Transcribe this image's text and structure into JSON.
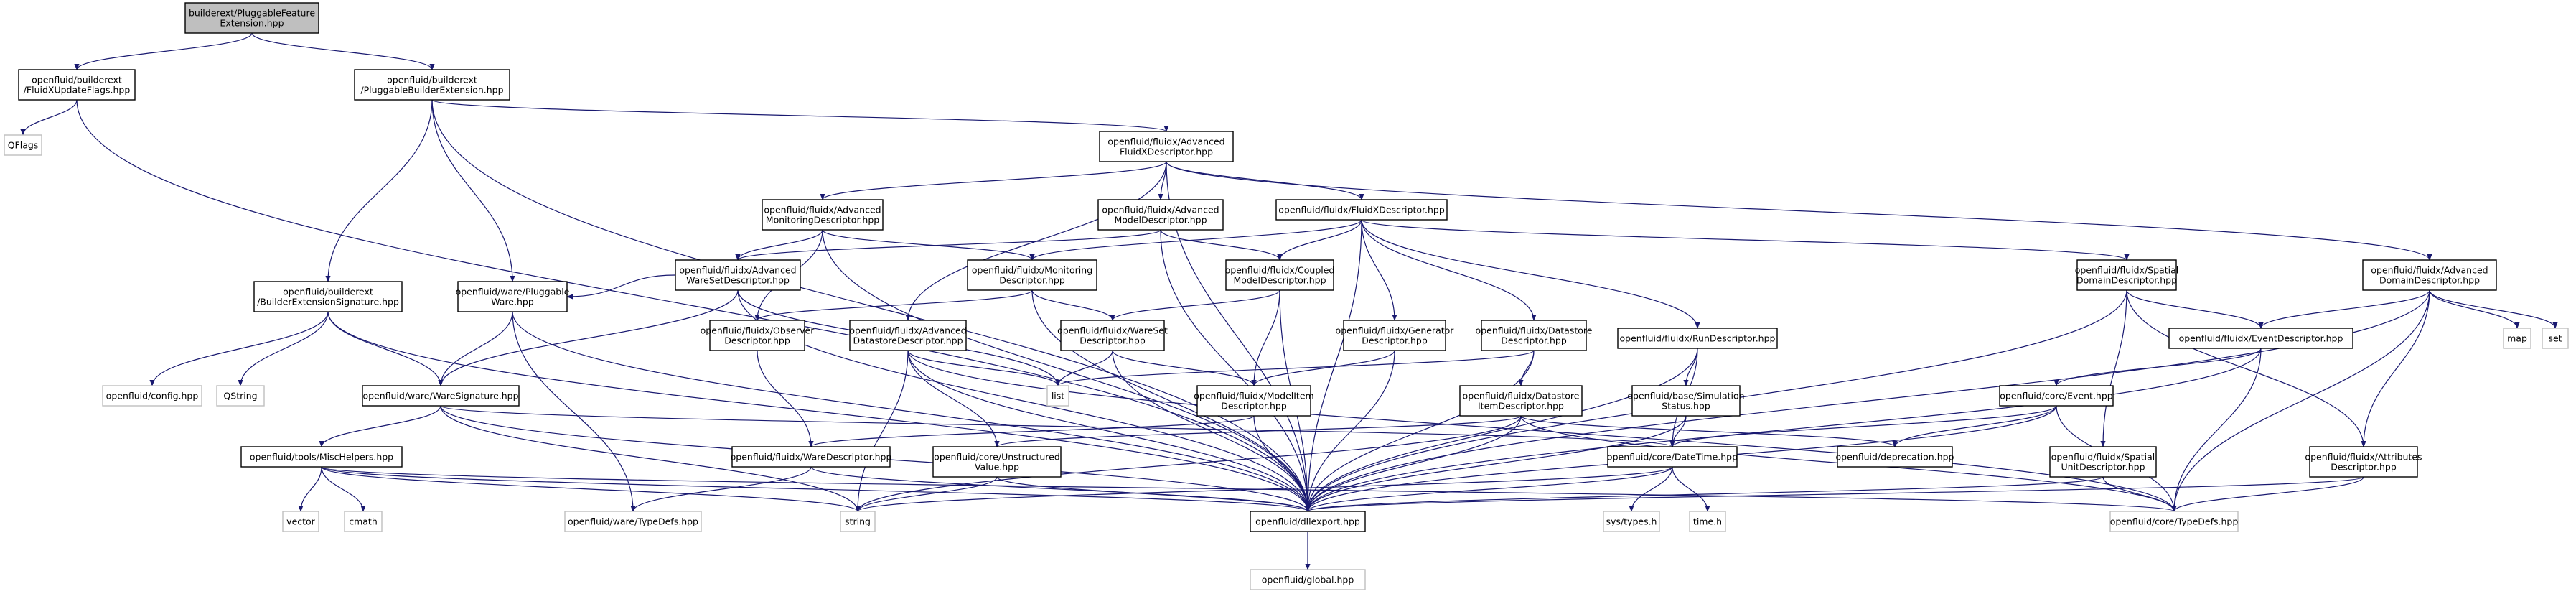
{
  "graph": {
    "nodes": [
      {
        "id": "root",
        "lines": [
          "builderext/PluggableFeature",
          "Extension.hpp"
        ],
        "kind": "root"
      },
      {
        "id": "fxupd",
        "lines": [
          "openfluid/builderext",
          "/FluidXUpdateFlags.hpp"
        ],
        "kind": "int"
      },
      {
        "id": "pbe",
        "lines": [
          "openfluid/builderext",
          "/PluggableBuilderExtension.hpp"
        ],
        "kind": "int"
      },
      {
        "id": "qflags",
        "lines": [
          "QFlags"
        ],
        "kind": "ext"
      },
      {
        "id": "afxd",
        "lines": [
          "openfluid/fluidx/Advanced",
          "FluidXDescriptor.hpp"
        ],
        "kind": "int"
      },
      {
        "id": "amon",
        "lines": [
          "openfluid/fluidx/Advanced",
          "MonitoringDescriptor.hpp"
        ],
        "kind": "int"
      },
      {
        "id": "amod",
        "lines": [
          "openfluid/fluidx/Advanced",
          "ModelDescriptor.hpp"
        ],
        "kind": "int"
      },
      {
        "id": "fxd",
        "lines": [
          "openfluid/fluidx/FluidXDescriptor.hpp"
        ],
        "kind": "int"
      },
      {
        "id": "adom",
        "lines": [
          "openfluid/fluidx/Advanced",
          "DomainDescriptor.hpp"
        ],
        "kind": "int"
      },
      {
        "id": "awsd",
        "lines": [
          "openfluid/fluidx/Advanced",
          "WareSetDescriptor.hpp"
        ],
        "kind": "int"
      },
      {
        "id": "mond",
        "lines": [
          "openfluid/fluidx/Monitoring",
          "Descriptor.hpp"
        ],
        "kind": "int"
      },
      {
        "id": "cmd",
        "lines": [
          "openfluid/fluidx/Coupled",
          "ModelDescriptor.hpp"
        ],
        "kind": "int"
      },
      {
        "id": "sdd",
        "lines": [
          "openfluid/fluidx/Spatial",
          "DomainDescriptor.hpp"
        ],
        "kind": "int"
      },
      {
        "id": "besig",
        "lines": [
          "openfluid/builderext",
          "/BuilderExtensionSignature.hpp"
        ],
        "kind": "int"
      },
      {
        "id": "plugw",
        "lines": [
          "openfluid/ware/Pluggable",
          "Ware.hpp"
        ],
        "kind": "int"
      },
      {
        "id": "obsd",
        "lines": [
          "openfluid/fluidx/Observer",
          "Descriptor.hpp"
        ],
        "kind": "int"
      },
      {
        "id": "adsd",
        "lines": [
          "openfluid/fluidx/Advanced",
          "DatastoreDescriptor.hpp"
        ],
        "kind": "int"
      },
      {
        "id": "wsd",
        "lines": [
          "openfluid/fluidx/WareSet",
          "Descriptor.hpp"
        ],
        "kind": "int"
      },
      {
        "id": "gend",
        "lines": [
          "openfluid/fluidx/Generator",
          "Descriptor.hpp"
        ],
        "kind": "int"
      },
      {
        "id": "dsd",
        "lines": [
          "openfluid/fluidx/Datastore",
          "Descriptor.hpp"
        ],
        "kind": "int"
      },
      {
        "id": "rund",
        "lines": [
          "openfluid/fluidx/RunDescriptor.hpp"
        ],
        "kind": "int"
      },
      {
        "id": "evd",
        "lines": [
          "openfluid/fluidx/EventDescriptor.hpp"
        ],
        "kind": "int"
      },
      {
        "id": "map",
        "lines": [
          "map"
        ],
        "kind": "ext"
      },
      {
        "id": "set",
        "lines": [
          "set"
        ],
        "kind": "ext"
      },
      {
        "id": "config",
        "lines": [
          "openfluid/config.hpp"
        ],
        "kind": "ext"
      },
      {
        "id": "qstring",
        "lines": [
          "QString"
        ],
        "kind": "ext"
      },
      {
        "id": "wsig",
        "lines": [
          "openfluid/ware/WareSignature.hpp"
        ],
        "kind": "int"
      },
      {
        "id": "list",
        "lines": [
          "list"
        ],
        "kind": "ext"
      },
      {
        "id": "mid",
        "lines": [
          "openfluid/fluidx/ModelItem",
          "Descriptor.hpp"
        ],
        "kind": "int"
      },
      {
        "id": "dsid",
        "lines": [
          "openfluid/fluidx/Datastore",
          "ItemDescriptor.hpp"
        ],
        "kind": "int"
      },
      {
        "id": "simst",
        "lines": [
          "openfluid/base/Simulation",
          "Status.hpp"
        ],
        "kind": "int"
      },
      {
        "id": "event",
        "lines": [
          "openfluid/core/Event.hpp"
        ],
        "kind": "int"
      },
      {
        "id": "misc",
        "lines": [
          "openfluid/tools/MiscHelpers.hpp"
        ],
        "kind": "int"
      },
      {
        "id": "wared",
        "lines": [
          "openfluid/fluidx/WareDescriptor.hpp"
        ],
        "kind": "int"
      },
      {
        "id": "uval",
        "lines": [
          "openfluid/core/Unstructured",
          "Value.hpp"
        ],
        "kind": "int"
      },
      {
        "id": "depr",
        "lines": [
          "openfluid/deprecation.hpp"
        ],
        "kind": "int"
      },
      {
        "id": "dtime",
        "lines": [
          "openfluid/core/DateTime.hpp"
        ],
        "kind": "int"
      },
      {
        "id": "sud",
        "lines": [
          "openfluid/fluidx/Spatial",
          "UnitDescriptor.hpp"
        ],
        "kind": "int"
      },
      {
        "id": "attd",
        "lines": [
          "openfluid/fluidx/Attributes",
          "Descriptor.hpp"
        ],
        "kind": "int"
      },
      {
        "id": "vector",
        "lines": [
          "vector"
        ],
        "kind": "ext"
      },
      {
        "id": "cmath",
        "lines": [
          "cmath"
        ],
        "kind": "ext"
      },
      {
        "id": "waretd",
        "lines": [
          "openfluid/ware/TypeDefs.hpp"
        ],
        "kind": "ext"
      },
      {
        "id": "string",
        "lines": [
          "string"
        ],
        "kind": "ext"
      },
      {
        "id": "dllexp",
        "lines": [
          "openfluid/dllexport.hpp"
        ],
        "kind": "int"
      },
      {
        "id": "systypes",
        "lines": [
          "sys/types.h"
        ],
        "kind": "ext"
      },
      {
        "id": "timeh",
        "lines": [
          "time.h"
        ],
        "kind": "ext"
      },
      {
        "id": "coretd",
        "lines": [
          "openfluid/core/TypeDefs.hpp"
        ],
        "kind": "ext"
      },
      {
        "id": "global",
        "lines": [
          "openfluid/global.hpp"
        ],
        "kind": "ext"
      }
    ],
    "edges": [
      [
        "root",
        "fxupd"
      ],
      [
        "root",
        "pbe"
      ],
      [
        "fxupd",
        "qflags"
      ],
      [
        "fxupd",
        "dllexp"
      ],
      [
        "pbe",
        "afxd"
      ],
      [
        "pbe",
        "besig"
      ],
      [
        "pbe",
        "plugw"
      ],
      [
        "pbe",
        "dllexp"
      ],
      [
        "afxd",
        "amon"
      ],
      [
        "afxd",
        "amod"
      ],
      [
        "afxd",
        "fxd"
      ],
      [
        "afxd",
        "adom"
      ],
      [
        "afxd",
        "adsd"
      ],
      [
        "afxd",
        "dllexp"
      ],
      [
        "amon",
        "awsd"
      ],
      [
        "amon",
        "mond"
      ],
      [
        "amon",
        "obsd"
      ],
      [
        "amon",
        "dllexp"
      ],
      [
        "amod",
        "awsd"
      ],
      [
        "amod",
        "cmd"
      ],
      [
        "amod",
        "dllexp"
      ],
      [
        "fxd",
        "mond"
      ],
      [
        "fxd",
        "cmd"
      ],
      [
        "fxd",
        "sdd"
      ],
      [
        "fxd",
        "gend"
      ],
      [
        "fxd",
        "dsd"
      ],
      [
        "fxd",
        "rund"
      ],
      [
        "fxd",
        "dllexp"
      ],
      [
        "adom",
        "evd"
      ],
      [
        "adom",
        "map"
      ],
      [
        "adom",
        "set"
      ],
      [
        "adom",
        "attd"
      ],
      [
        "adom",
        "coretd"
      ],
      [
        "adom",
        "dllexp"
      ],
      [
        "awsd",
        "plugw"
      ],
      [
        "awsd",
        "wsig"
      ],
      [
        "awsd",
        "list"
      ],
      [
        "awsd",
        "dllexp"
      ],
      [
        "mond",
        "obsd"
      ],
      [
        "mond",
        "wsd"
      ],
      [
        "mond",
        "dllexp"
      ],
      [
        "cmd",
        "wsd"
      ],
      [
        "cmd",
        "mid"
      ],
      [
        "cmd",
        "dllexp"
      ],
      [
        "sdd",
        "evd"
      ],
      [
        "sdd",
        "sud"
      ],
      [
        "sdd",
        "attd"
      ],
      [
        "sdd",
        "dllexp"
      ],
      [
        "besig",
        "config"
      ],
      [
        "besig",
        "qstring"
      ],
      [
        "besig",
        "wsig"
      ],
      [
        "besig",
        "dllexp"
      ],
      [
        "plugw",
        "wsig"
      ],
      [
        "plugw",
        "waretd"
      ],
      [
        "plugw",
        "dllexp"
      ],
      [
        "obsd",
        "wared"
      ],
      [
        "adsd",
        "list"
      ],
      [
        "adsd",
        "uval"
      ],
      [
        "adsd",
        "string"
      ],
      [
        "adsd",
        "coretd"
      ],
      [
        "adsd",
        "dllexp"
      ],
      [
        "wsd",
        "list"
      ],
      [
        "wsd",
        "mid"
      ],
      [
        "wsd",
        "dllexp"
      ],
      [
        "gend",
        "mid"
      ],
      [
        "gend",
        "dllexp"
      ],
      [
        "dsd",
        "list"
      ],
      [
        "dsd",
        "dsid"
      ],
      [
        "dsd",
        "dllexp"
      ],
      [
        "rund",
        "simst"
      ],
      [
        "rund",
        "dtime"
      ],
      [
        "rund",
        "dllexp"
      ],
      [
        "evd",
        "event"
      ],
      [
        "evd",
        "coretd"
      ],
      [
        "evd",
        "dllexp"
      ],
      [
        "wsig",
        "misc"
      ],
      [
        "wsig",
        "dtime"
      ],
      [
        "wsig",
        "string"
      ],
      [
        "wsig",
        "dllexp"
      ],
      [
        "mid",
        "wared"
      ],
      [
        "mid",
        "dllexp"
      ],
      [
        "dsid",
        "uval"
      ],
      [
        "dsid",
        "depr"
      ],
      [
        "dsid",
        "string"
      ],
      [
        "dsid",
        "coretd"
      ],
      [
        "dsid",
        "dllexp"
      ],
      [
        "simst",
        "dtime"
      ],
      [
        "simst",
        "dllexp"
      ],
      [
        "event",
        "dtime"
      ],
      [
        "event",
        "depr"
      ],
      [
        "event",
        "coretd"
      ],
      [
        "event",
        "dllexp"
      ],
      [
        "misc",
        "vector"
      ],
      [
        "misc",
        "cmath"
      ],
      [
        "misc",
        "string"
      ],
      [
        "misc",
        "dllexp"
      ],
      [
        "misc",
        "coretd"
      ],
      [
        "wared",
        "waretd"
      ],
      [
        "wared",
        "dllexp"
      ],
      [
        "uval",
        "string"
      ],
      [
        "uval",
        "dllexp"
      ],
      [
        "dtime",
        "systypes"
      ],
      [
        "dtime",
        "timeh"
      ],
      [
        "dtime",
        "string"
      ],
      [
        "dtime",
        "dllexp"
      ],
      [
        "sud",
        "coretd"
      ],
      [
        "sud",
        "dllexp"
      ],
      [
        "attd",
        "coretd"
      ],
      [
        "attd",
        "dllexp"
      ],
      [
        "dllexp",
        "global"
      ]
    ]
  }
}
